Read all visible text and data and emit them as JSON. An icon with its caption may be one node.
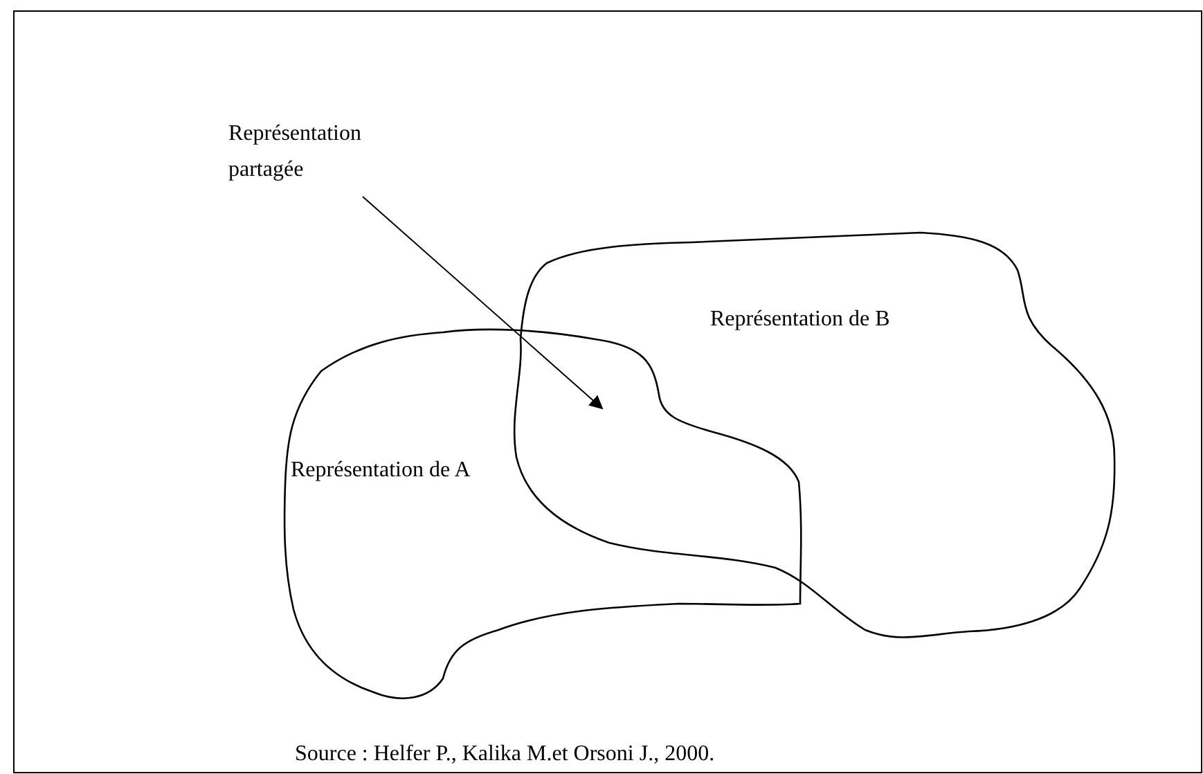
{
  "diagram": {
    "caption": "Source : Helfer P., Kalika M.et Orsoni J., 2000.",
    "nodes": [
      {
        "text": [
          "Représentation partagée"
        ]
      },
      {
        "text": [
          "Représentation de B"
        ]
      },
      {
        "text": [
          "Représentation de A"
        ]
      }
    ],
    "edges": [
      {
        "from": 0,
        "to": 2,
        "arrow": "to"
      }
    ]
  }
}
